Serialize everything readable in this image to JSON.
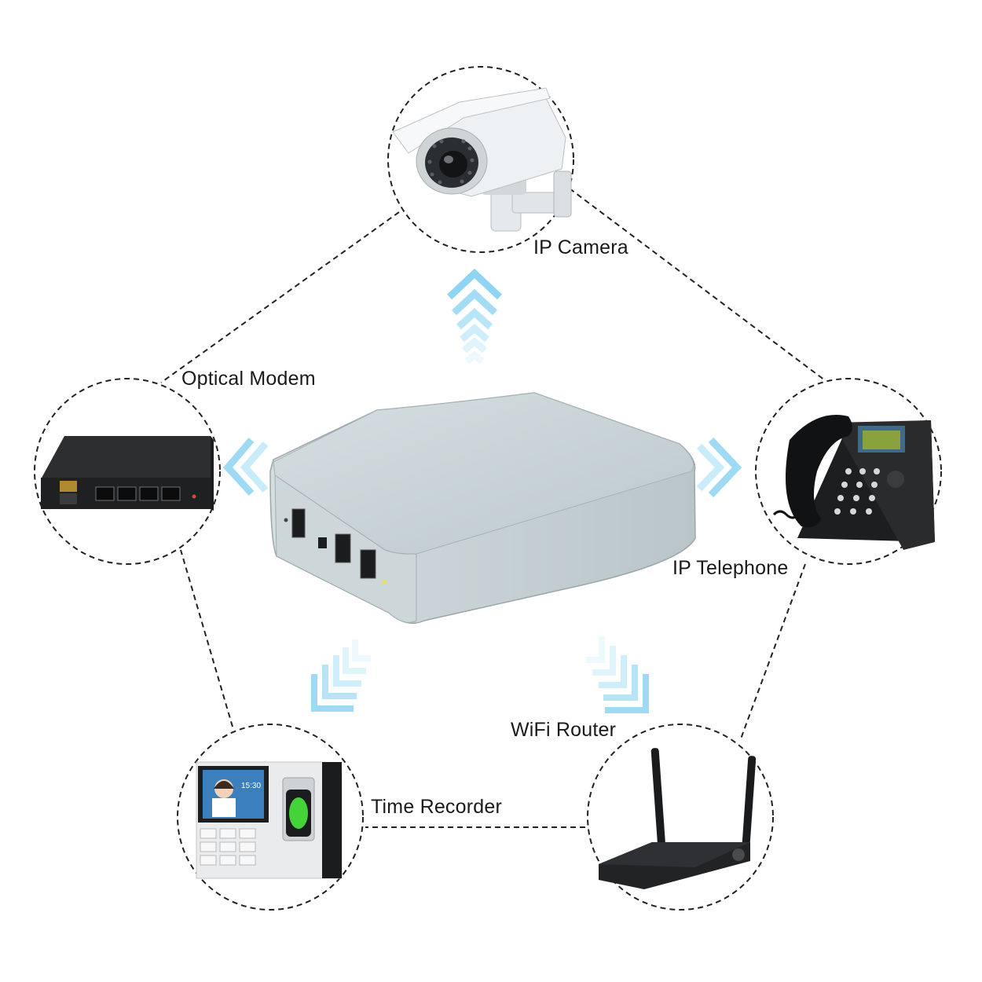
{
  "diagram": {
    "center_device": "mini-ups-box",
    "nodes": [
      {
        "id": "camera",
        "label": "IP Camera",
        "icon": "ip-camera-icon"
      },
      {
        "id": "modem",
        "label": "Optical Modem",
        "icon": "optical-modem-icon"
      },
      {
        "id": "phone",
        "label": "IP Telephone",
        "icon": "ip-telephone-icon"
      },
      {
        "id": "router",
        "label": "WiFi Router",
        "icon": "wifi-router-icon"
      },
      {
        "id": "recorder",
        "label": "Time Recorder",
        "icon": "time-recorder-icon"
      }
    ],
    "connections": [
      [
        "camera",
        "phone"
      ],
      [
        "phone",
        "router"
      ],
      [
        "router",
        "recorder"
      ],
      [
        "recorder",
        "modem"
      ],
      [
        "modem",
        "camera"
      ]
    ],
    "arrow_color": "#9fdcf5",
    "dash_color": "#222222",
    "device_color": "#c8d3d6",
    "screen_time": "15:30"
  }
}
